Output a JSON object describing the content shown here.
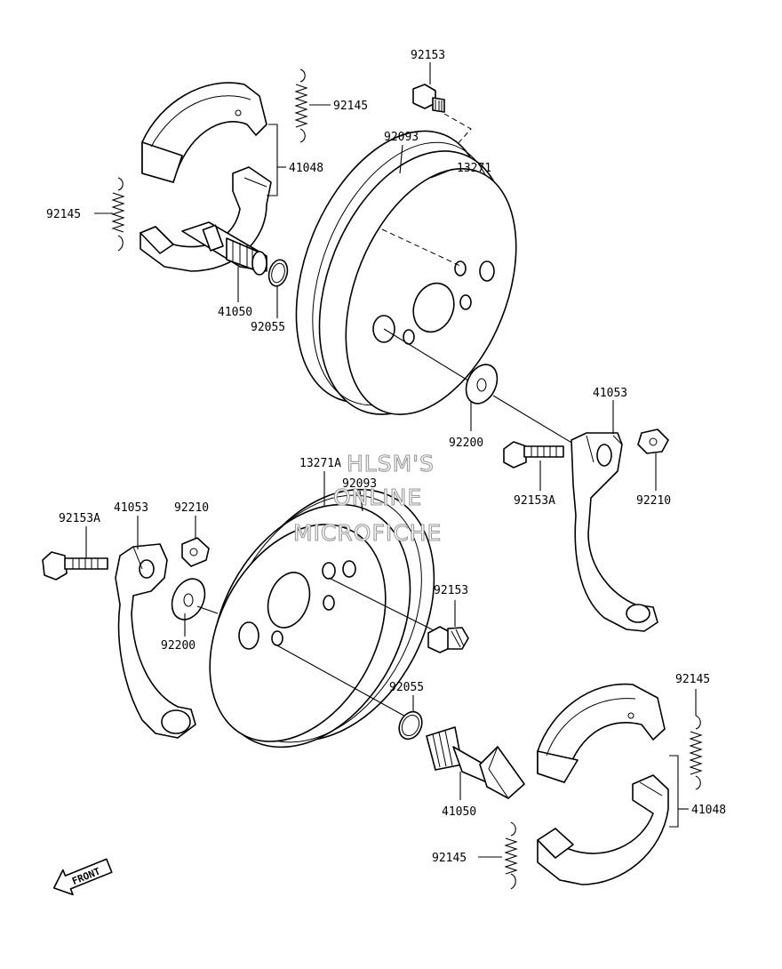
{
  "labels": {
    "l_92153_top": "92153",
    "l_92145_a": "92145",
    "l_92093_top": "92093",
    "l_41048_top": "41048",
    "l_13271": "13271",
    "l_92145_b": "92145",
    "l_41050_top": "41050",
    "l_92055_top": "92055",
    "l_41053_right": "41053",
    "l_92200_right": "92200",
    "l_92153A_right": "92153A",
    "l_92210_right": "92210",
    "l_13271A": "13271A",
    "l_92093_mid": "92093",
    "l_92153A_left": "92153A",
    "l_41053_left": "41053",
    "l_92210_left": "92210",
    "l_92200_left": "92200",
    "l_92153_mid": "92153",
    "l_92055_bot": "92055",
    "l_92145_c": "92145",
    "l_41048_bot": "41048",
    "l_41050_bot": "41050",
    "l_92145_d": "92145"
  },
  "watermark": {
    "line1": "HLSM'S",
    "line2": "ONLINE",
    "line3": "MICROFICHE"
  },
  "front_arrow_label": "FRONT"
}
